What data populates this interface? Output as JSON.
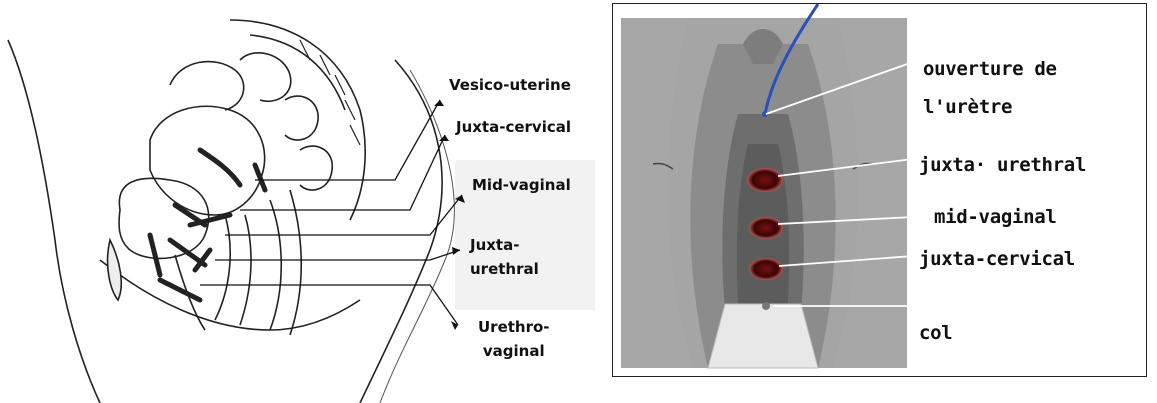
{
  "left_diagram": {
    "labels": [
      {
        "id": "vesico-uterine",
        "text": "Vesico-uterine"
      },
      {
        "id": "juxta-cervical",
        "text": "Juxta-cervical"
      },
      {
        "id": "mid-vaginal",
        "text": "Mid-vaginal"
      },
      {
        "id": "juxta-urethral",
        "lines": [
          "Juxta-",
          "urethral"
        ]
      },
      {
        "id": "urethro-vaginal",
        "lines": [
          "Urethro-",
          "vaginal"
        ]
      }
    ]
  },
  "right_diagram": {
    "labels": [
      {
        "id": "ouverture",
        "lines": [
          "ouverture de",
          "l'urètre"
        ]
      },
      {
        "id": "juxta-urethral",
        "text": "juxta· urethral"
      },
      {
        "id": "mid-vaginal",
        "text": "mid-vaginal"
      },
      {
        "id": "juxta-cervical",
        "text": "juxta-cervical"
      },
      {
        "id": "col",
        "text": "col"
      }
    ]
  }
}
